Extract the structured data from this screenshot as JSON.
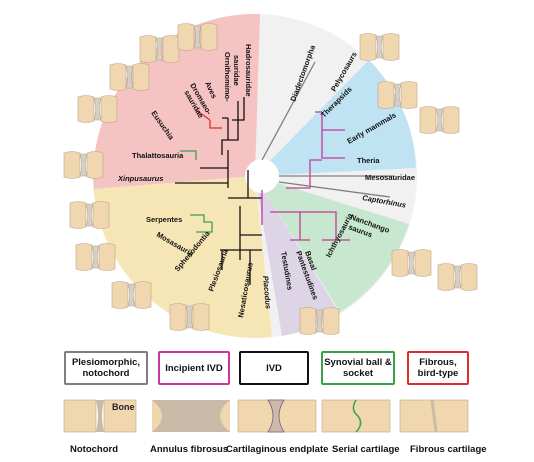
{
  "taxa": {
    "hadrosauridae": "Hadrosauridae",
    "ornithomimosauridae": [
      "Ornithomimo-",
      "sauridae"
    ],
    "aves": "Aves",
    "dromaeosauridae": [
      "Dromaeo-",
      "sauridae"
    ],
    "eusuchia": "Eusuchia",
    "thalattosauria": "Thalattosauria",
    "xinpusaurus": "Xinpusaurus",
    "diadectomorpha": "Diadectomorpha",
    "pelycosaurs": "Pelycosaurs",
    "therapsids": "Therapsids",
    "early_mammals": "Early mammals",
    "theria": "Theria",
    "mesosauridae": "Mesosauridae",
    "captorhinus": "Captorhinus",
    "nanchangosaurus": [
      "Nanchango",
      "saurus"
    ],
    "ichthyosauria": "Ichthyosauria",
    "basal_pantestudines": [
      "Basal",
      "Pantestudines"
    ],
    "testudines": "Testudines",
    "serpentes": "Serpentes",
    "mosasauria": "Mosasauria",
    "sphenodontia": "Sphenodontia",
    "plesiosauria": "Plesiosauria",
    "nesaticosaurus": "Nesaticosaurus",
    "placodus": "Placodus"
  },
  "legend": [
    {
      "lines": [
        "Plesiomorphic,",
        "notochord"
      ],
      "color": "#7f7f7f"
    },
    {
      "lines": [
        "Incipient IVD"
      ],
      "color": "#c2399b"
    },
    {
      "lines": [
        "IVD"
      ],
      "color": "#111111"
    },
    {
      "lines": [
        "Synovial ball &",
        "socket"
      ],
      "color": "#3aa14a"
    },
    {
      "lines": [
        "Fibrous,",
        "bird-type"
      ],
      "color": "#d9302c"
    }
  ],
  "labels": {
    "bone": "Bone",
    "notochord": "Notochord",
    "annulus": "Annulus fibrosus",
    "endplate": "Cartilaginous endplate",
    "serial": "Serial cartilage",
    "fibrous": "Fibrous cartilage"
  },
  "colors": {
    "archosaur_sector": "#f6c3c3",
    "synapsid_sector": "#bfe3f3",
    "lepidosaur_sector": "#f7e6b5",
    "ichthyosaur_sector": "#c7e8cf",
    "turtle_sector": "#ddd4e6",
    "bone": "#f1d7b0",
    "tissue": "#c9bba8",
    "plesiomorphic": "#7f7f7f",
    "incipient": "#c2399b",
    "ivd": "#111111",
    "synovial": "#3aa14a",
    "fibrous": "#d9302c"
  }
}
